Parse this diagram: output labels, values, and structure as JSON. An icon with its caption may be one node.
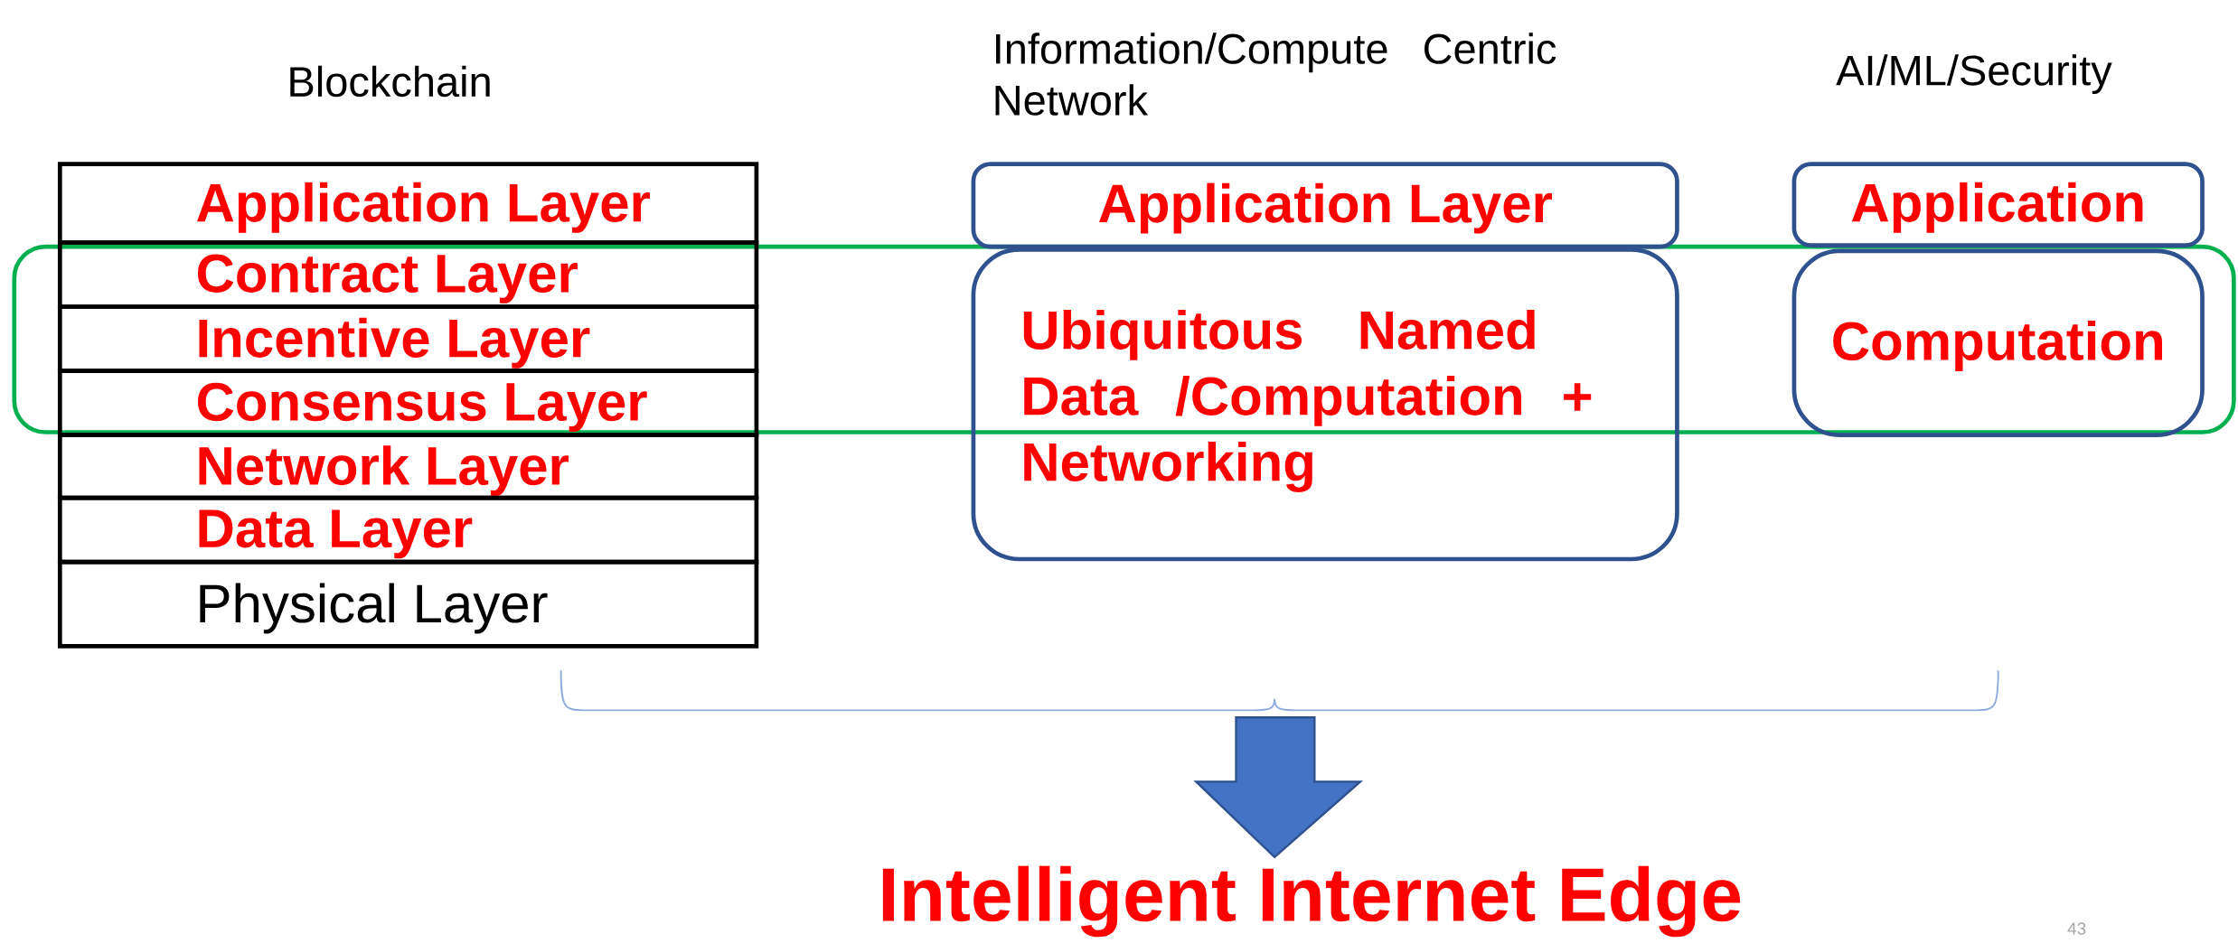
{
  "diagram": {
    "nodes": [
      {
        "text": [
          "Application Layer"
        ]
      },
      {
        "text": [
          "Contract Layer"
        ]
      },
      {
        "text": [
          "Incentive Layer"
        ]
      },
      {
        "text": [
          "Consensus Layer"
        ]
      },
      {
        "text": [
          "Network Layer"
        ]
      },
      {
        "text": [
          "Data Layer"
        ]
      },
      {
        "text": [
          "Physical Layer"
        ]
      },
      {
        "text": [
          "Application Layer"
        ]
      },
      {
        "text": [
          "Ubiquitous Named Data /Computation + Networking"
        ]
      },
      {
        "text": [
          "Application"
        ]
      },
      {
        "text": [
          "Computation"
        ]
      },
      {
        "text": [
          "Intelligent Internet Edge"
        ]
      }
    ],
    "edges": [
      {
        "from": null,
        "to": 11,
        "arrow": "to"
      }
    ],
    "labels": [
      "Blockchain",
      "Information/Compute Centric Network",
      "AI/ML/Security",
      "43"
    ]
  }
}
